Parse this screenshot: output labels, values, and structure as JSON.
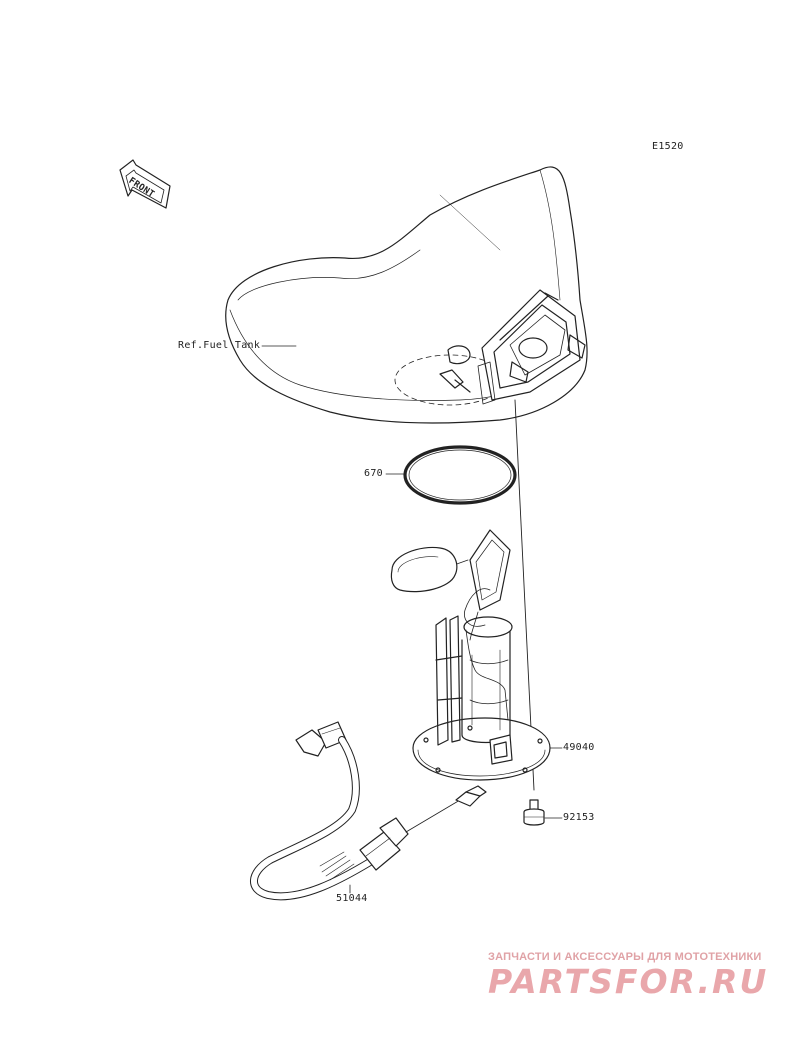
{
  "diagram": {
    "code": "E1520",
    "front_label": "FRONT",
    "labels": {
      "ref_fuel_tank": "Ref.Fuel Tank",
      "gasket": "670",
      "pump": "49040",
      "bolt": "92153",
      "hose": "51044"
    }
  },
  "watermark": {
    "tagline": "ЗАПЧАСТИ И АКСЕССУАРЫ ДЛЯ МОТОТЕХНИКИ",
    "brand": "PARTSFOR.RU"
  },
  "colors": {
    "line": "#222222",
    "watermark": "#e9a7ab"
  }
}
